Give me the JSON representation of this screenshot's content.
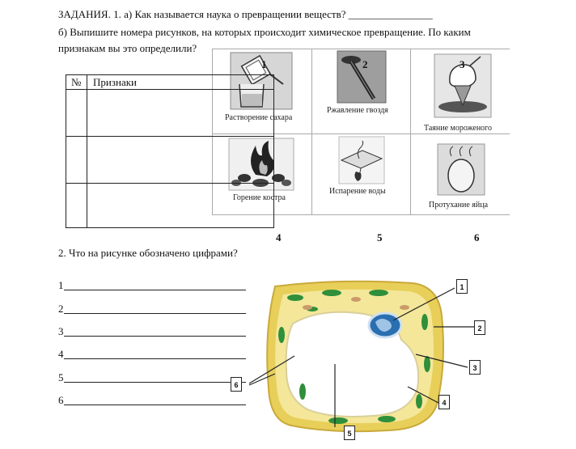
{
  "task1": {
    "line_a": "ЗАДАНИЯ. 1. а) Как называется наука о превращении веществ? ________________",
    "line_b1": "б) Выпишите номера рисунков, на которых происходит химическое превращение. По каким",
    "line_b2": "признакам вы это определили?"
  },
  "table": {
    "col_num": "№",
    "col_signs": "Признаки"
  },
  "pictures": [
    {
      "number": "1",
      "caption": "Растворение сахара"
    },
    {
      "number": "2",
      "caption": "Ржавление гвоздя"
    },
    {
      "number": "3",
      "caption": "Таяние мороженого"
    },
    {
      "number": "4",
      "caption": "Горение костра"
    },
    {
      "number": "5",
      "caption": "Испарение воды"
    },
    {
      "number": "6",
      "caption": "Протухание яйца"
    }
  ],
  "task2": {
    "question": "2. Что на рисунке обозначено цифрами?",
    "answer_numbers": [
      "1",
      "2",
      "3",
      "4",
      "5",
      "6"
    ]
  },
  "cell_labels": [
    "1",
    "2",
    "3",
    "4",
    "5",
    "6"
  ],
  "colors": {
    "cell_wall": "#e8cf5a",
    "cytoplasm": "#f4e79a",
    "chloroplast": "#2f8f3a",
    "nucleus": "#2a6fb0"
  }
}
